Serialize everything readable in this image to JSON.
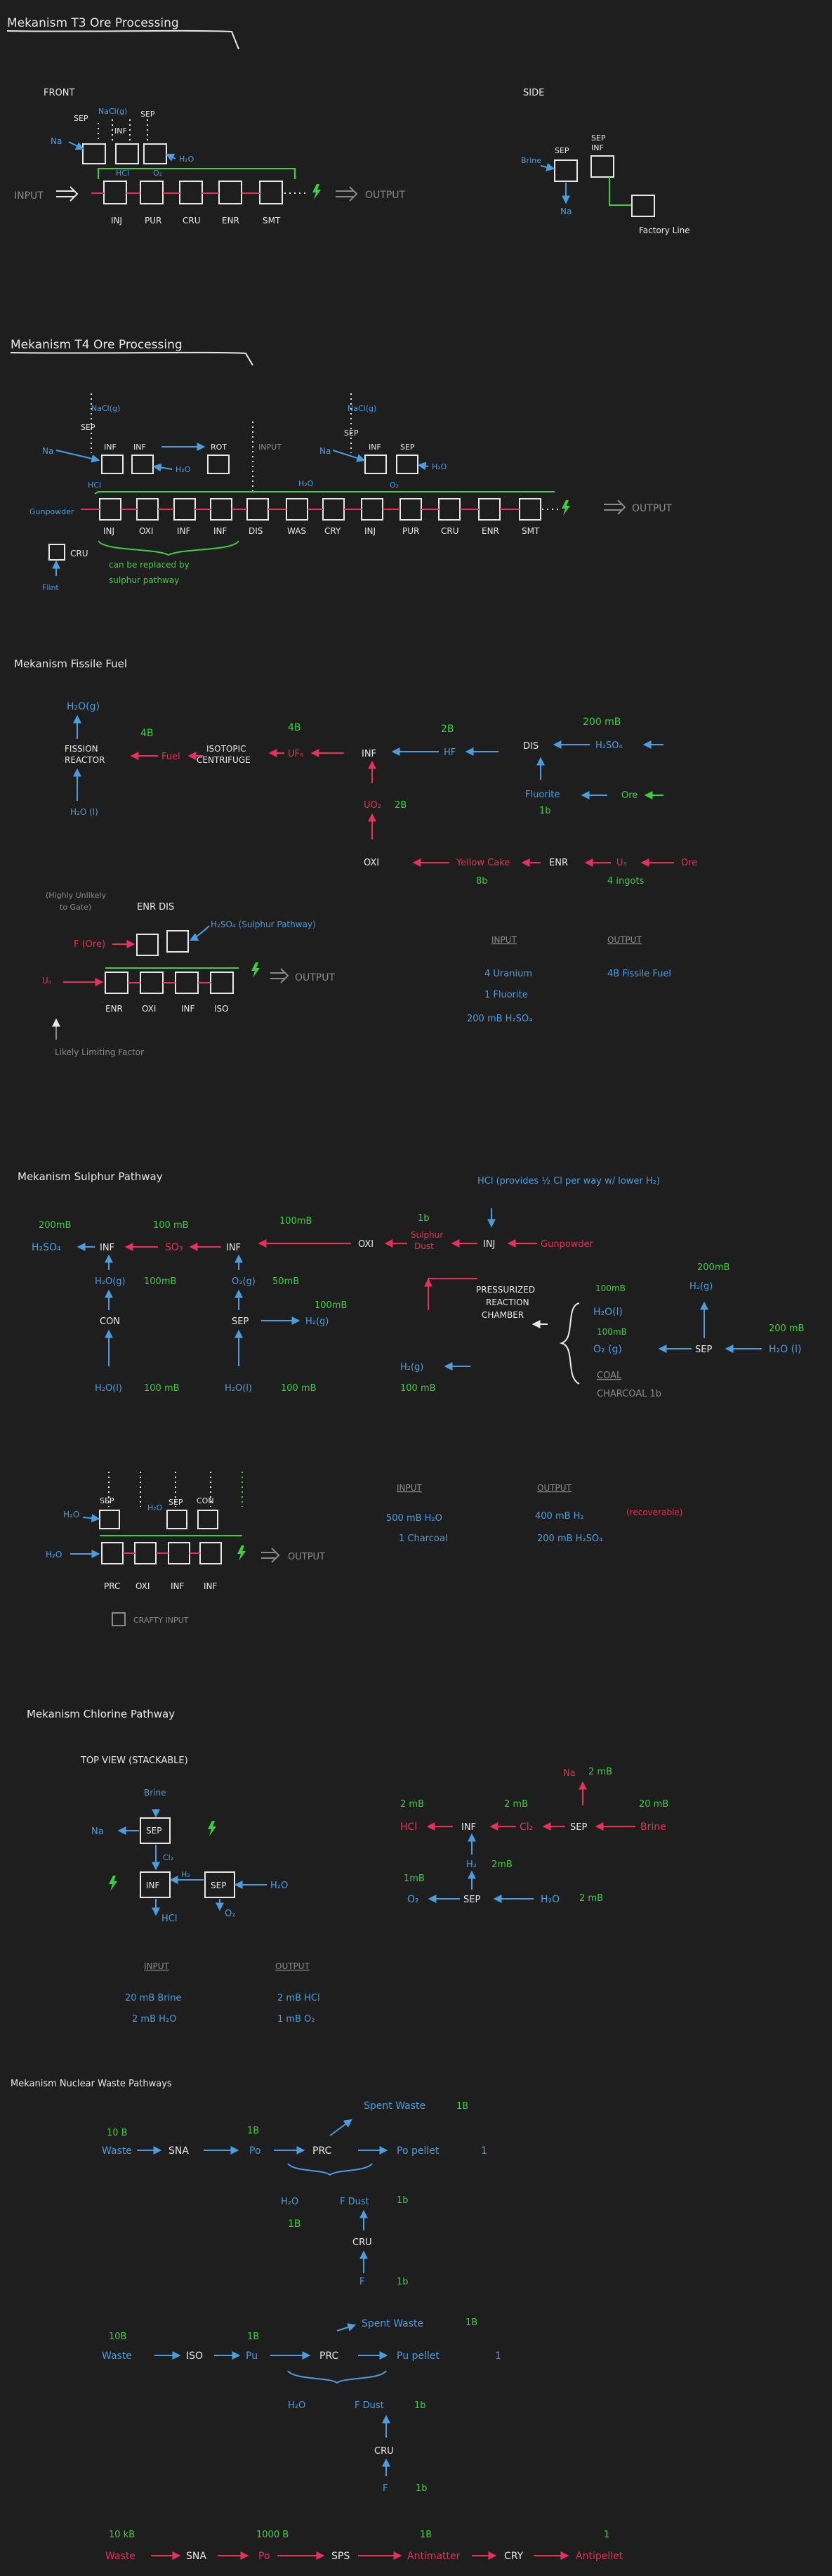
{
  "sections": {
    "t3": {
      "title": "Mekanism T3 Ore Processing",
      "front_label": "FRONT",
      "side_label": "SIDE",
      "input": "INPUT",
      "output": "OUTPUT",
      "top": {
        "sep": "SEP",
        "nacl": "NaCl(g)",
        "sep2": "SEP",
        "inf": "INF",
        "na": "Na",
        "h2o": "H₂O",
        "hcl": "HCl",
        "o2": "O₂"
      },
      "row": [
        "INJ",
        "PUR",
        "CRU",
        "ENR",
        "SMT"
      ],
      "side": {
        "brine": "Brine",
        "sep": "SEP",
        "sep2": "SEP",
        "inf": "INF",
        "na": "Na",
        "factory": "Factory Line"
      }
    },
    "t4": {
      "title": "Mekanism T4 Ore Processing",
      "output": "OUTPUT",
      "top": {
        "nacl": "NaCl(g)",
        "sep": "SEP",
        "inf": "INF",
        "inf2": "INF",
        "rot": "ROT",
        "na": "Na",
        "h2o": "H₂O",
        "hcl": "HCl",
        "input": "INPUT",
        "h2o_2": "H₂O",
        "nacl2": "NaCl(g)",
        "sep2": "SEP",
        "inf3": "INF",
        "sep3": "SEP",
        "na2": "Na",
        "h2o_3": "H₂O",
        "o2": "O₂"
      },
      "row": [
        "INJ",
        "OXI",
        "INF",
        "INF",
        "DIS",
        "WAS",
        "CRY",
        "INJ",
        "PUR",
        "CRU",
        "ENR",
        "SMT"
      ],
      "gunpowder": "Gunpowder",
      "cru": "CRU",
      "flint": "Flint",
      "note_1": "can be replaced by",
      "note_2": "sulphur pathway"
    },
    "fissile": {
      "title": "Mekanism Fissile Fuel",
      "h2o_g": "H₂O(g)",
      "fission_1": "FISSION",
      "fission_2": "REACTOR",
      "h2o_l": "H₂O (l)",
      "fuel": "Fuel",
      "fuel_amt": "4B",
      "isotopic_1": "ISOTOPIC",
      "isotopic_2": "CENTRIFUGE",
      "uf6": "UF₆",
      "uf6_amt": "4B",
      "inf": "INF",
      "hf": "HF",
      "hf_amt": "2B",
      "dis": "DIS",
      "h2so4": "H₂SO₄",
      "h2so4_amt": "200 mB",
      "fluorite": "Fluorite",
      "fluorite_amt": "1b",
      "ore": "Ore",
      "uo2": "UO₂",
      "uo2_amt": "2B",
      "oxi": "OXI",
      "yellowcake": "Yellow Cake",
      "yellowcake_amt": "8b",
      "enr": "ENR",
      "u3": "U₃",
      "ore2": "Ore",
      "ingots": "4 ingots",
      "note_1": "(Highly Unlikely",
      "note_2": "to Gate)",
      "enr_dis": "ENR DIS",
      "f_ore": "F (Ore)",
      "sulphur": "H₂SO₄ (Sulphur Pathway)",
      "u_label": "Uₐ",
      "output": "OUTPUT",
      "row": [
        "ENR",
        "OXI",
        "INF",
        "ISO"
      ],
      "limit": "Likely Limiting Factor",
      "input_h": "INPUT",
      "output_h": "OUTPUT",
      "in1": "4 Uranium",
      "in2": "1 Fluorite",
      "in3": "200 mB H₂SO₄",
      "out1": "4B Fissile Fuel"
    },
    "sulphur": {
      "title": "Mekanism Sulphur Pathway",
      "hcl_note": "HCl (provides ½ Cl per way w/ lower H₂)",
      "h2so4_amt": "200mB",
      "h2so4": "H₂SO₄",
      "inf": "INF",
      "so3_amt": "100 mB",
      "so3": "SO₃",
      "inf2": "INF",
      "so2_amt": "100mB",
      "oxi": "OXI",
      "sdust_amt": "1b",
      "sdust_1": "Sulphur",
      "sdust_2": "Dust",
      "inj": "INJ",
      "gunpowder": "Gunpowder",
      "h2o_g": "H₂O(g)",
      "h2o_g_amt": "100mB",
      "o2_g": "O₂(g)",
      "o2_g_amt": "50mB",
      "con": "CON",
      "sep": "SEP",
      "h2g": "H₂(g)",
      "h2g_amt": "100mB",
      "h2o_l": "H₂O(l)",
      "h2o_l_amt": "100 mB",
      "h2o_l2": "H₂O(l)",
      "h2o_l2_amt": "100 mB",
      "pressurized_1": "PRESSURIZED",
      "pressurized_2": "REACTION",
      "pressurized_3": "CHAMBER",
      "h2g2": "H₂(g)",
      "h2g2_amt": "100 mB",
      "h2o_l3": "H₂O(l)",
      "h2o_l3_amt": "100mB",
      "o2_g2": "O₂ (g)",
      "o2_g2_amt": "100mB",
      "coal": "COAL",
      "charcoal": "CHARCOAL 1b",
      "h2g3": "H₂(g)",
      "h2g3_amt": "200mB",
      "sep2": "SEP",
      "h2o_l4": "H₂O (l)",
      "h2o_l4_amt": "200 mB",
      "row": [
        "PRC",
        "OXI",
        "INF",
        "INF"
      ],
      "top": [
        "SEP",
        "H₂O",
        "SEP",
        "CON"
      ],
      "h2o_a": "H₂O",
      "h2o_b": "H₂O",
      "output": "OUTPUT",
      "crafty": "CRAFTY INPUT",
      "input_h": "INPUT",
      "output_h": "OUTPUT",
      "in1": "500 mB H₂O",
      "in2": "1 Charcoal",
      "out1": "400 mB H₂",
      "out1_note": "(recoverable)",
      "out2": "200 mB H₂SO₄"
    },
    "chlorine": {
      "title": "Mekanism Chlorine Pathway",
      "topview": "TOP VIEW (STACKABLE)",
      "brine": "Brine",
      "na": "Na",
      "sep": "SEP",
      "cl2": "Cl₂",
      "inf": "INF",
      "h2": "H₂",
      "sep2": "SEP",
      "h2o": "H₂O",
      "hcl": "HCl",
      "o2": "O₂",
      "f_na": "Na",
      "f_na_amt": "2 mB",
      "f_hcl_amt": "2 mB",
      "f_hcl": "HCl",
      "f_inf": "INF",
      "f_cl2_amt": "2 mB",
      "f_cl2": "Cl₂",
      "f_sep": "SEP",
      "f_brine_amt": "20 mB",
      "f_brine": "Brine",
      "f_h2": "H₂",
      "f_h2_amt": "2mB",
      "f_o2_amt": "1mB",
      "f_o2": "O₂",
      "f_sep2": "SEP",
      "f_h2o": "H₂O",
      "f_h2o_amt": "2 mB",
      "input_h": "INPUT",
      "output_h": "OUTPUT",
      "in1": "20 mB Brine",
      "in2": "2 mB H₂O",
      "out1": "2 mB HCl",
      "out2": "1 mB O₂"
    },
    "waste": {
      "title": "Mekanism Nuclear Waste Pathways",
      "p1": {
        "amt1": "10 B",
        "waste": "Waste",
        "sna": "SNA",
        "amt2": "1B",
        "po": "Po",
        "prc": "PRC",
        "pellet": "Po pellet",
        "pellet_n": "1",
        "spent": "Spent Waste",
        "spent_amt": "1B",
        "h2o": "H₂O",
        "h2o_amt": "1B",
        "fdust": "F Dust",
        "fdust_amt": "1b",
        "cru": "CRU",
        "f": "F",
        "f_amt": "1b"
      },
      "p2": {
        "amt1": "10B",
        "waste": "Waste",
        "iso": "ISO",
        "amt2": "1B",
        "pu": "Pu",
        "prc": "PRC",
        "pellet": "Pu pellet",
        "pellet_n": "1",
        "spent": "Spent Waste",
        "spent_amt": "1B",
        "h2o": "H₂O",
        "fdust": "F Dust",
        "fdust_amt": "1b",
        "cru": "CRU",
        "f": "F",
        "f_amt": "1b"
      },
      "p3": {
        "amt1": "10 kB",
        "waste": "Waste",
        "sna": "SNA",
        "amt2": "1000 B",
        "po": "Po",
        "sps": "SPS",
        "amt3": "1B",
        "antimatter": "Antimatter",
        "cry": "CRY",
        "amt4": "1",
        "antipellet": "Antipellet"
      }
    }
  },
  "colors": {
    "white": "#e8e8e8",
    "blue": "#4a9ee0",
    "green": "#3ecf3e",
    "red": "#e8305a",
    "gray": "#8a8a8a",
    "background": "#1e1e1e"
  }
}
